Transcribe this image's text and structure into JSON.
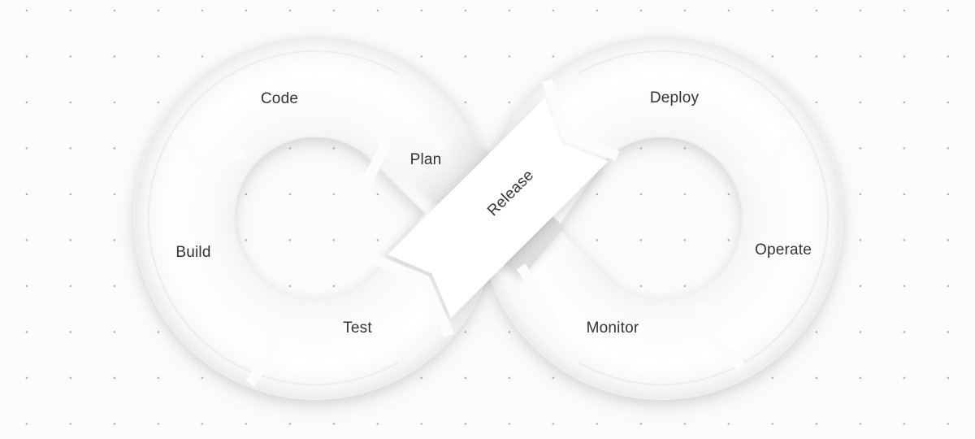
{
  "diagram": {
    "name": "devops-infinity-loop",
    "stages": [
      {
        "id": "code",
        "label": "Code"
      },
      {
        "id": "plan",
        "label": "Plan"
      },
      {
        "id": "release",
        "label": "Release"
      },
      {
        "id": "deploy",
        "label": "Deploy"
      },
      {
        "id": "build",
        "label": "Build"
      },
      {
        "id": "test",
        "label": "Test"
      },
      {
        "id": "monitor",
        "label": "Monitor"
      },
      {
        "id": "operate",
        "label": "Operate"
      }
    ],
    "colors": {
      "background": "#fcfcfc",
      "grid_dot": "#b3b3b3",
      "loop_fill": "#ffffff",
      "loop_shade": "#dcdcdc",
      "label_text": "#333333"
    }
  }
}
